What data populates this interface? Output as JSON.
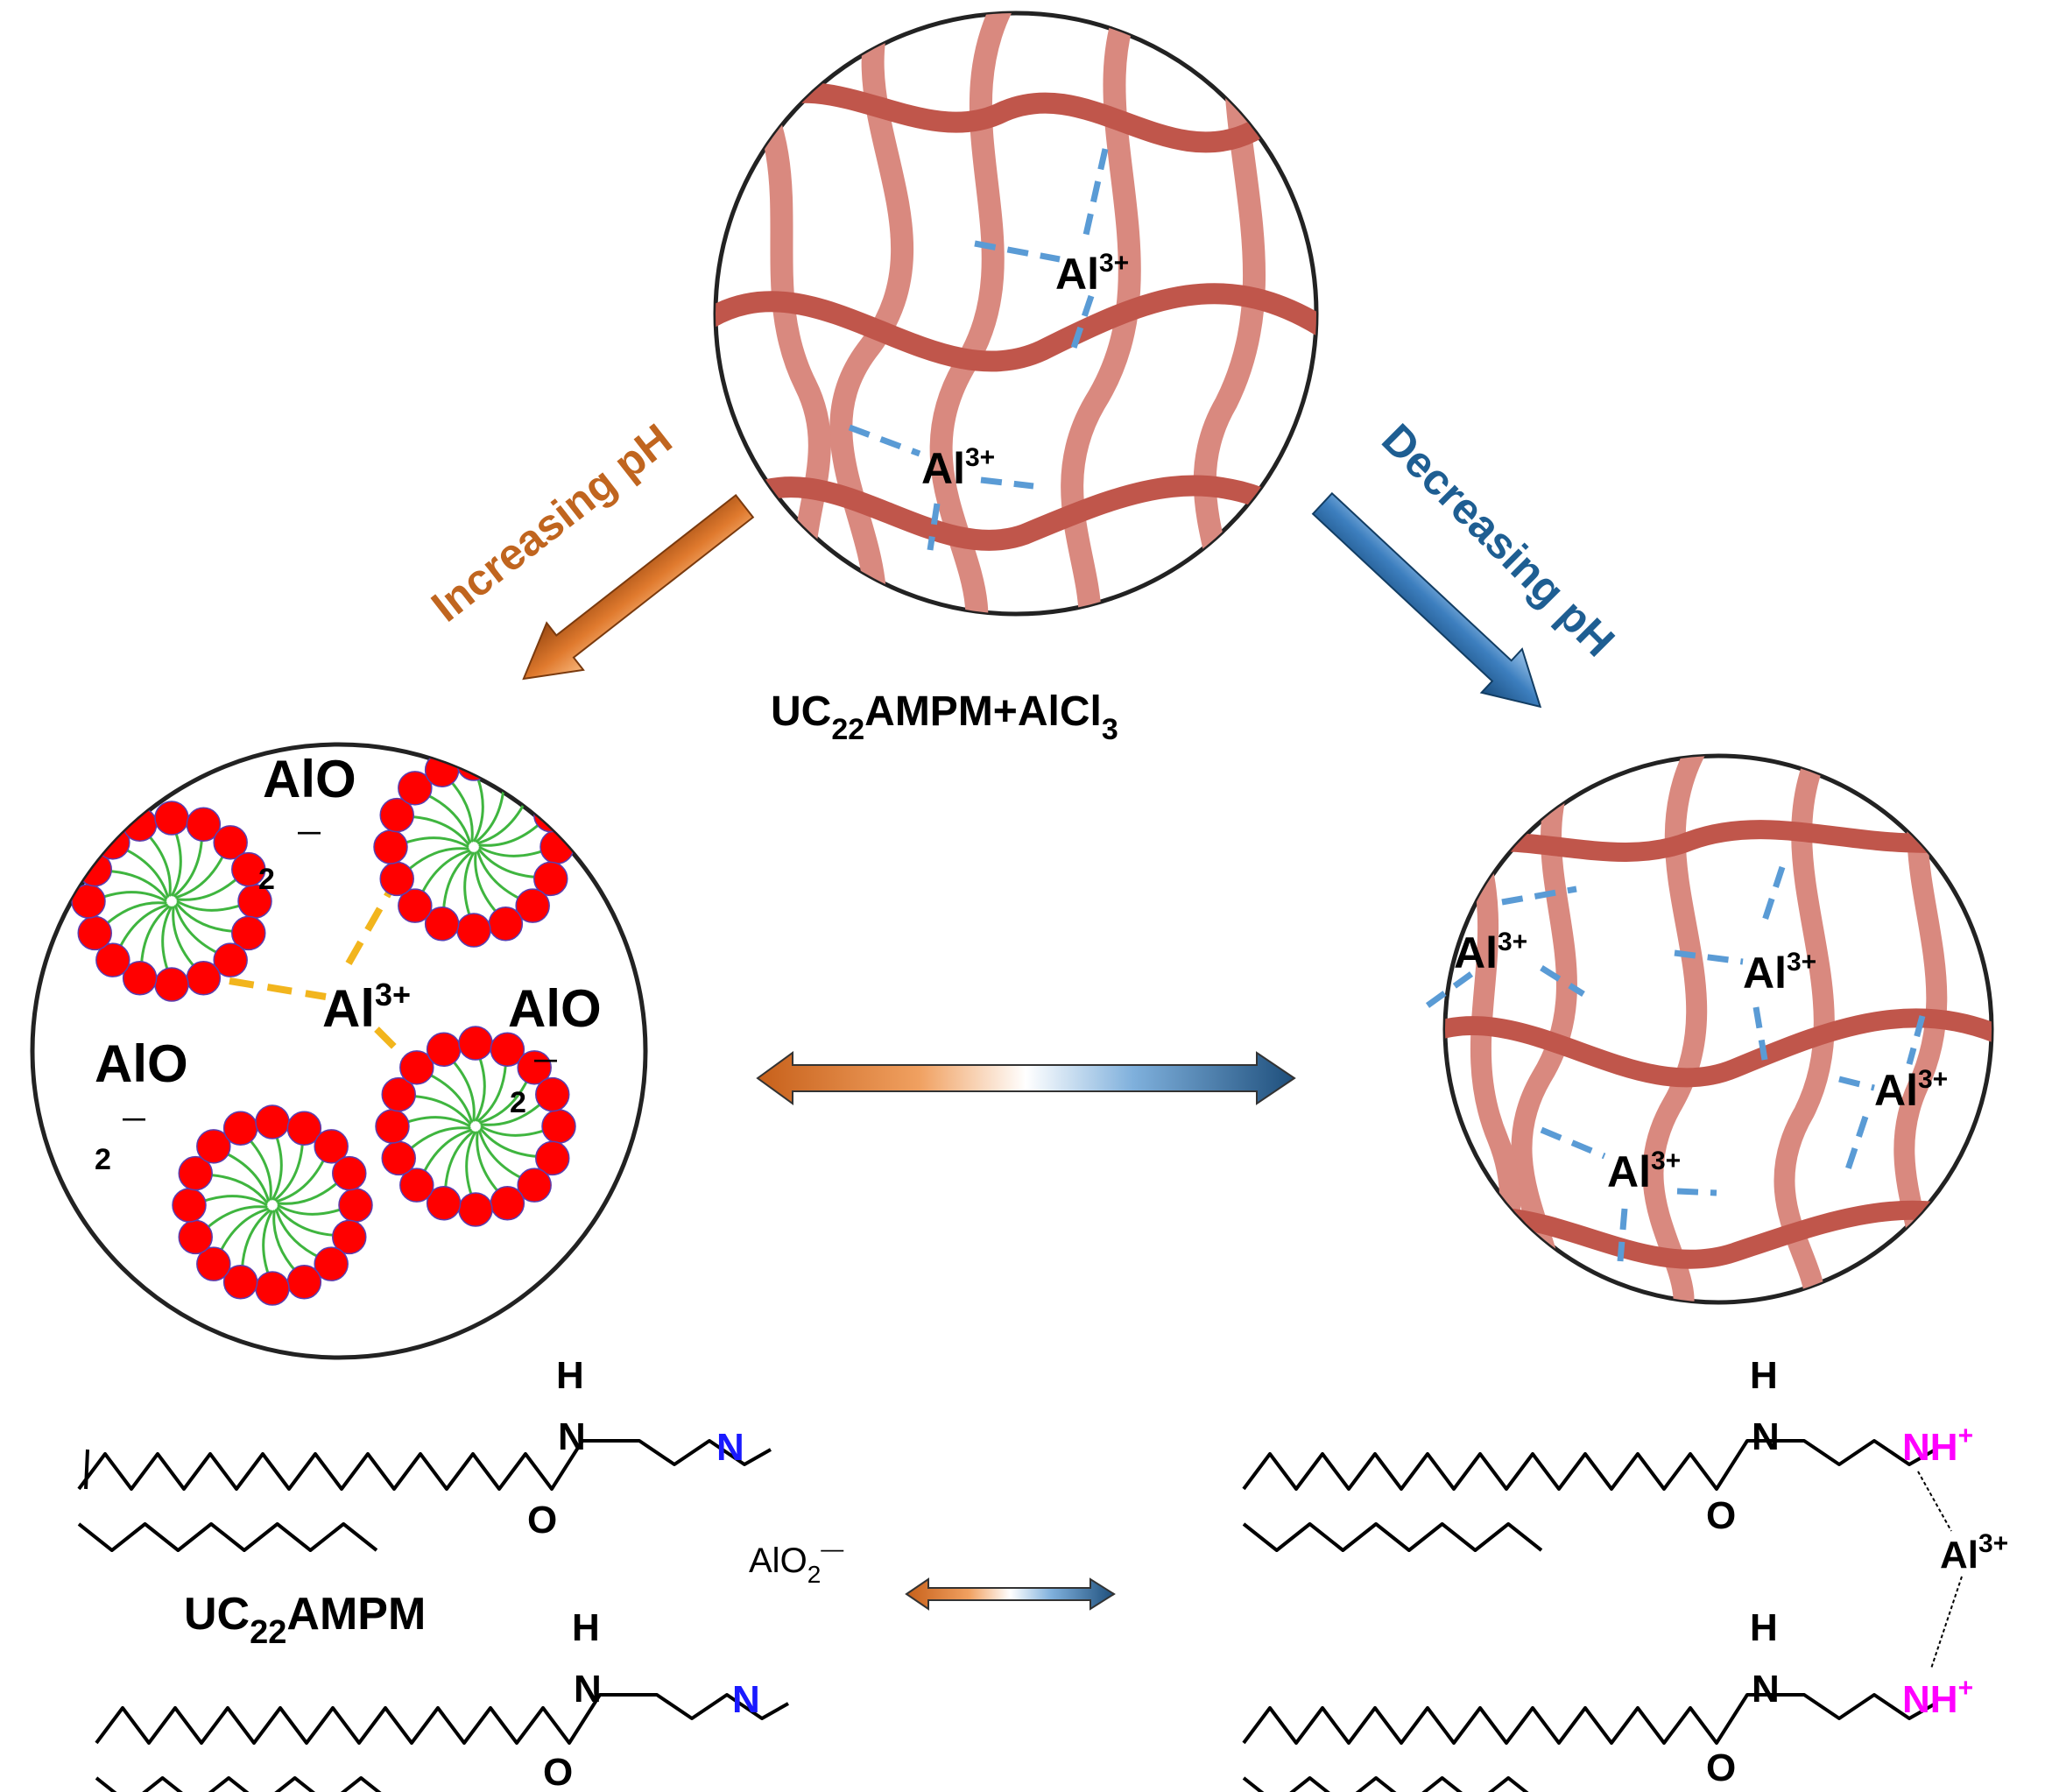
{
  "top_panel": {
    "ions": [
      {
        "base": "Al",
        "sup": "3+"
      },
      {
        "base": "Al",
        "sup": "3+"
      }
    ],
    "caption": {
      "p1": "UC",
      "sub1": "22",
      "p2": "AMPM+AlCl",
      "sub2": "3"
    }
  },
  "arrows": {
    "increasing_label": "Increasing pH",
    "decreasing_label": "Decreasing pH",
    "increasing_color": "#c0651f",
    "decreasing_color": "#1e5e92"
  },
  "left_panel": {
    "alo_labels": [
      {
        "main": "AlO",
        "sub": "2",
        "dash": "—"
      },
      {
        "main": "AlO",
        "sub": "2",
        "dash": "—"
      },
      {
        "main": "AlO",
        "sub": "2",
        "dash": "—"
      }
    ],
    "center_ion": {
      "base": "Al",
      "sup": "3+"
    }
  },
  "right_panel": {
    "ions": [
      {
        "base": "Al",
        "sup": "3+"
      },
      {
        "base": "Al",
        "sup": "3+"
      },
      {
        "base": "Al",
        "sup": "3+"
      },
      {
        "base": "Al",
        "sup": "3+"
      }
    ]
  },
  "bottom_left": {
    "name": {
      "p1": "UC",
      "sub": "22",
      "p2": "AMPM"
    },
    "atoms": {
      "H": "H",
      "N": "N",
      "O": "O"
    },
    "amine_N_color": "#1a1aff"
  },
  "bottom_middle": {
    "species": {
      "base": "AlO",
      "sub": "2",
      "sup": "—"
    }
  },
  "bottom_right": {
    "atoms": {
      "H": "H",
      "N": "N",
      "O": "O"
    },
    "protonated": {
      "base": "NH",
      "sup": "+"
    },
    "protonated_color": "#ff00ff",
    "bridge_ion": {
      "base": "Al",
      "sup": "3+"
    }
  },
  "colors": {
    "fiber_dark": "#c0564b",
    "fiber_light": "#d9897f",
    "bond_blue": "#5a9bd5",
    "bond_yellow": "#f2b51d",
    "head_red": "#ff0000",
    "tail_green": "#3fb53f"
  }
}
